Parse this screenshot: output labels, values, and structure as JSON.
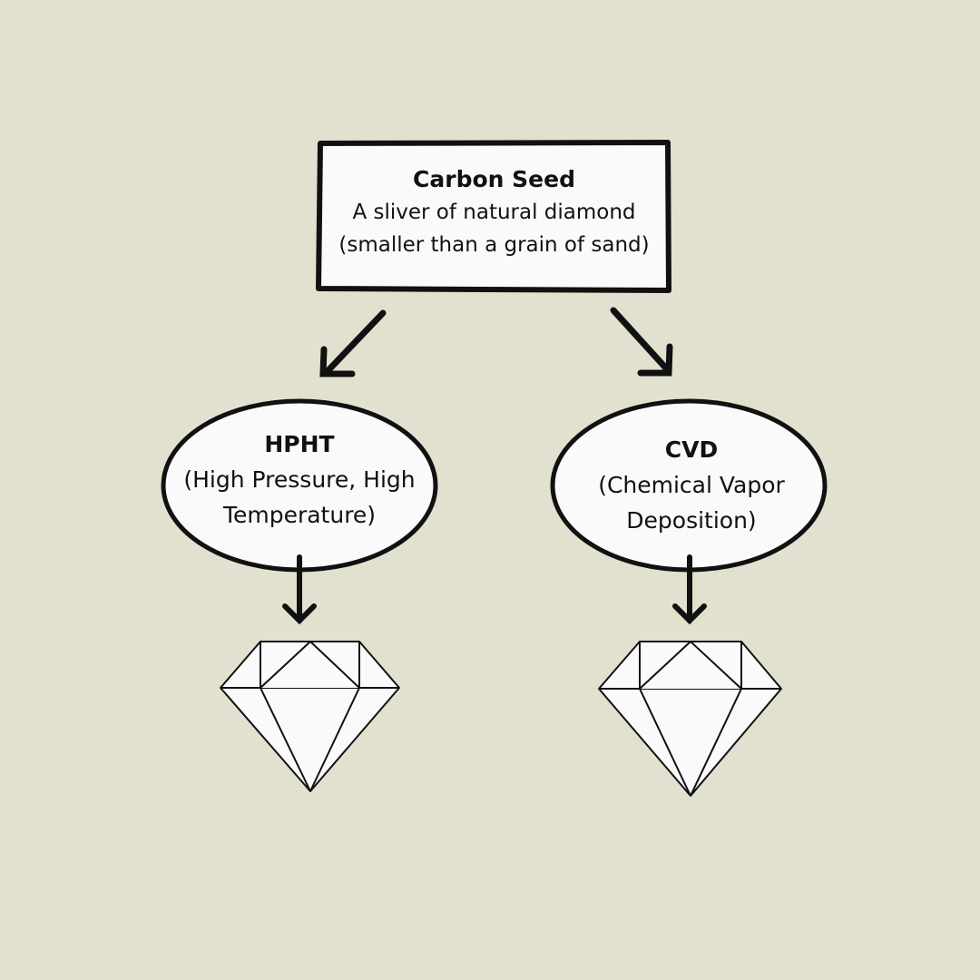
{
  "colors": {
    "background": "#e2e1d0",
    "shape_fill": "#fafafa",
    "stroke": "#111111"
  },
  "root": {
    "title": "Carbon Seed",
    "line1": "A sliver of natural diamond",
    "line2": "(smaller than a grain of sand)"
  },
  "methods": [
    {
      "title": "HPHT",
      "line1": "(High Pressure, High",
      "line2": "Temperature)",
      "result_icon": "diamond-icon"
    },
    {
      "title": "CVD",
      "line1": "(Chemical Vapor",
      "line2": "Deposition)",
      "result_icon": "diamond-icon"
    }
  ]
}
